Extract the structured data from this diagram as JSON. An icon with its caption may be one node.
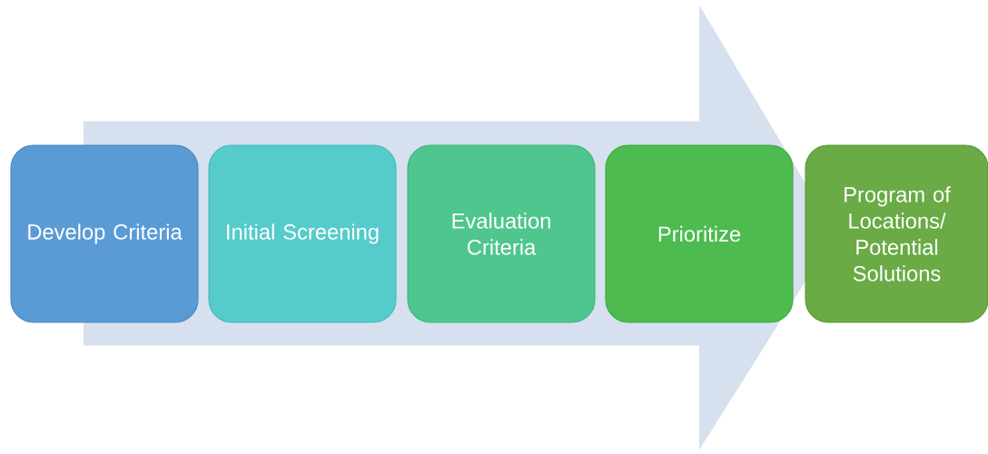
{
  "diagram": {
    "nodes": [
      {
        "text": [
          "Develop Criteria"
        ]
      },
      {
        "text": [
          "Initial Screening"
        ]
      },
      {
        "text": [
          "Evaluation Criteria"
        ]
      },
      {
        "text": [
          "Prioritize"
        ]
      },
      {
        "text": [
          "Program of Locations/ Potential Solutions"
        ]
      }
    ],
    "edges": [
      {
        "from": 0,
        "to": 4,
        "arrow": "to"
      }
    ]
  }
}
